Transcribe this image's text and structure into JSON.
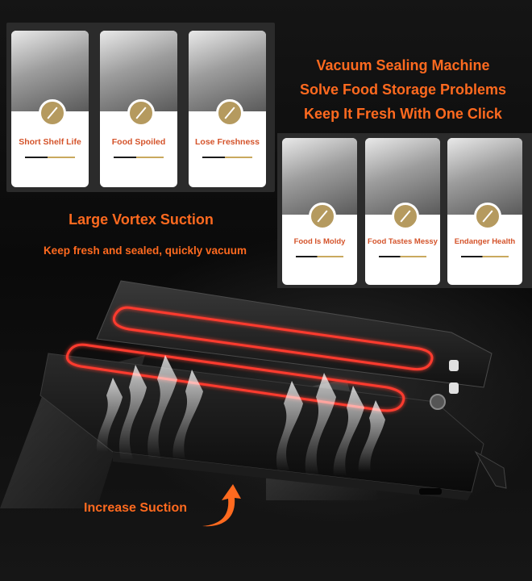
{
  "headline": {
    "line1": "Vacuum Sealing Machine",
    "line2": "Solve Food Storage Problems",
    "line3": "Keep It Fresh With One Click"
  },
  "top_cards": [
    {
      "label": "Short Shelf Life",
      "icon": "knife-badge-icon"
    },
    {
      "label": "Food Spoiled",
      "icon": "knife-badge-icon"
    },
    {
      "label": "Lose Freshness",
      "icon": "knife-badge-icon"
    }
  ],
  "mid_cards": [
    {
      "label": "Food Is Moldy",
      "icon": "knife-badge-icon"
    },
    {
      "label": "Food Tastes Messy",
      "icon": "knife-badge-icon"
    },
    {
      "label": "Endanger Health",
      "icon": "knife-badge-icon"
    }
  ],
  "feature": {
    "title": "Large Vortex Suction",
    "caption": "Keep fresh and sealed, quickly vacuum"
  },
  "bottom": {
    "caption": "Increase Suction",
    "arrow_icon": "curved-arrow-up-icon"
  },
  "colors": {
    "accent": "#ff6a1f",
    "gold": "#c9a95e",
    "panel": "#2b2b2b",
    "background": "#0d0d0d"
  }
}
